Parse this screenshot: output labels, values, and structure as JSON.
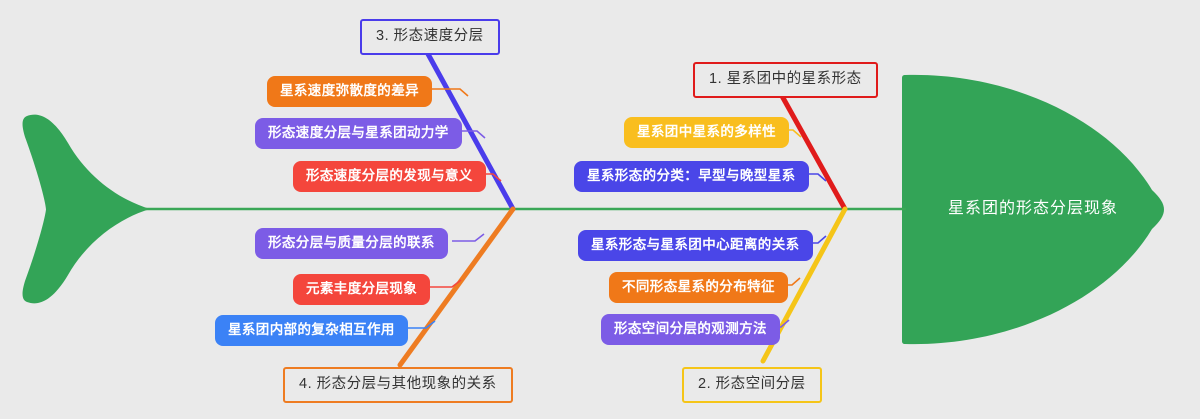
{
  "diagram": {
    "type": "fishbone",
    "background_color": "#eaeaea",
    "spine_color": "#3aa757",
    "head": {
      "label": "星系团的形态分层现象",
      "fill": "#33a457",
      "text_color": "#ffffff"
    },
    "tail": {
      "name": "fish-tail",
      "fill": "#33a457"
    },
    "branches": [
      {
        "id": "branch-1",
        "label": "1. 星系团中的星系形态",
        "color": "#e01b1b",
        "side": "top",
        "causes": [
          {
            "label": "星系团中星系的多样性",
            "color": "#f9be1e"
          },
          {
            "label": "星系形态的分类：早型与晚型星系",
            "color": "#4a46e8"
          }
        ]
      },
      {
        "id": "branch-2",
        "label": "2. 形态空间分层",
        "color": "#f5c518",
        "side": "bottom",
        "causes": [
          {
            "label": "星系形态与星系团中心距离的关系",
            "color": "#4a46e8"
          },
          {
            "label": "不同形态星系的分布特征",
            "color": "#f07818"
          },
          {
            "label": "形态空间分层的观测方法",
            "color": "#7c5ce6"
          }
        ]
      },
      {
        "id": "branch-3",
        "label": "3. 形态速度分层",
        "color": "#4a3ceb",
        "side": "top",
        "causes": [
          {
            "label": "星系速度弥散度的差异",
            "color": "#f07818"
          },
          {
            "label": "形态速度分层与星系团动力学",
            "color": "#7c5ce6"
          },
          {
            "label": "形态速度分层的发现与意义",
            "color": "#f4463c"
          }
        ]
      },
      {
        "id": "branch-4",
        "label": "4. 形态分层与其他现象的关系",
        "color": "#ee7c22",
        "side": "bottom",
        "causes": [
          {
            "label": "形态分层与质量分层的联系",
            "color": "#7c5ce6"
          },
          {
            "label": "元素丰度分层现象",
            "color": "#f4463c"
          },
          {
            "label": "星系团内部的复杂相互作用",
            "color": "#3b82f6"
          }
        ]
      }
    ]
  }
}
